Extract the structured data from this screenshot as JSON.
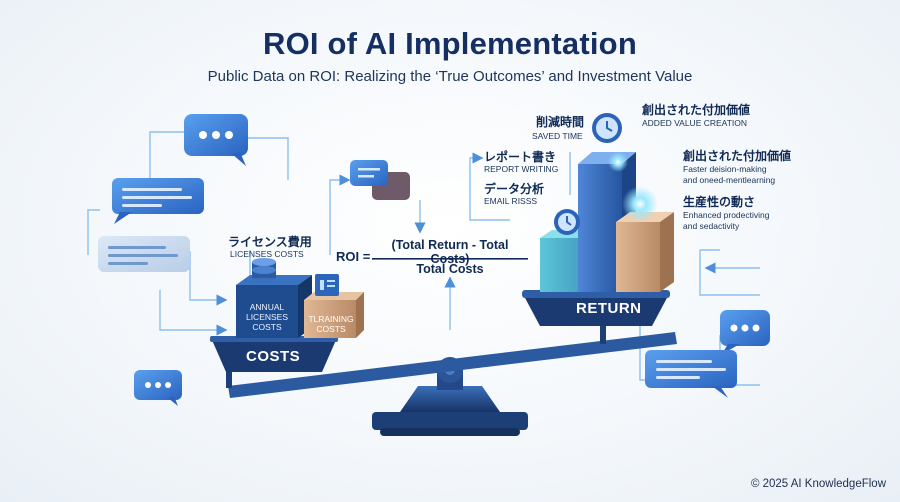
{
  "title": "ROI of AI Implementation",
  "subtitle": "Public Data on ROI: Realizing the ‘True Outcomes’ and Investment Value",
  "costs": {
    "pan_label": "COSTS",
    "license_jp": "ライセンス費用",
    "license_en": "LICENSES COSTS",
    "annual_box": "ANNUAL LICENSES COSTS",
    "training_box": "TLRAINING COSTS"
  },
  "formula": {
    "lhs": "ROI =",
    "numerator": "(Total Return - Total Costs)",
    "denominator": "Total Costs"
  },
  "returns": {
    "pan_label": "RETURN",
    "saved_time_jp": "削減時間",
    "saved_time_en": "SAVED TIME",
    "report_jp": "レポート書き",
    "report_en": "REPORT WRITING",
    "data_jp": "データ分析",
    "data_en": "EMAIL RISSS",
    "added_value_jp": "創出された付加価値",
    "added_value_en": "ADDED VALUE CREATION",
    "faster_jp": "創出された付加価値",
    "faster_en_1": "Faster deision-making",
    "faster_en_2": "and oneed-mentlearning",
    "productivity_jp": "生産性の動さ",
    "productivity_en_1": "Enhanced prodectiving",
    "productivity_en_2": "and sedactivity"
  },
  "copyright": "© 2025 AI KnowledgeFlow",
  "colors": {
    "navy": "#1c3f7a",
    "blue": "#3a7bd5",
    "light_blue": "#7fb6f0",
    "teal": "#5fc2d4",
    "tan": "#c9a07e"
  }
}
